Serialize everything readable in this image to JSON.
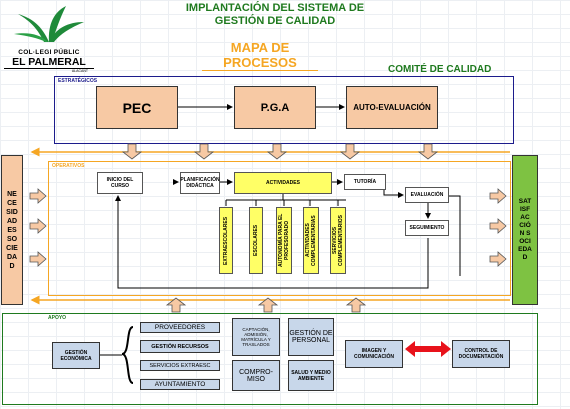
{
  "header": {
    "title_line1": "IMPLANTACIÓN DEL SISTEMA DE",
    "title_line2": "GESTIÓN DE CALIDAD",
    "logo_line1": "COL·LEGI PÚBLIC",
    "logo_line2": "EL PALMERAL",
    "logo_line3": "ALACANT",
    "map_title_line1": "MAPA DE",
    "map_title_line2": "PROCESOS",
    "committee": "COMITÉ DE CALIDAD"
  },
  "left_bar": {
    "label": "NECESIDADES SOCIEDAD"
  },
  "right_bar": {
    "label": "SATISFACCIÓN SOCIEDAD"
  },
  "strategic": {
    "label": "ESTRATÉGICOS",
    "boxes": [
      "PEC",
      "P.G.A",
      "AUTO-EVALUACIÓN"
    ]
  },
  "operative": {
    "label": "OPERATIVOS",
    "inicio": "INICIO DEL CURSO",
    "planificacion": "PLANIFICACIÓN DIDÁCTICA",
    "actividades": "ACTIVIDADES",
    "tutoria": "TUTORÍA",
    "evaluacion": "EVALUACIÓN",
    "seguimiento": "SEGUIMIENTO",
    "sub_activities": [
      "EXTRAESCOLARES",
      "ESCOLARES",
      "AUTONOMÍA PARA EL PROFESORADO",
      "ACTIVIDADES COMPLEMENTARIAS",
      "SERVICIOS COMPLEMENTARIOS"
    ]
  },
  "support": {
    "label": "APOYO",
    "gestion_economica": "GESTIÓN ECONÓMICA",
    "list": [
      "PROVEEDORES",
      "GESTIÓN RECURSOS",
      "SERVICIOS EXTRAESC",
      "AYUNTAMIENTO"
    ],
    "captacion": "CAPTACIÓN, ADMISIÓN, MATRÍCULA Y TRASLADOS",
    "compromiso": "COMPRO-MISO",
    "gestion_personal": "GESTIÓN DE PERSONAL",
    "salud": "SALUD Y MEDIO AMBIENTE",
    "imagen": "IMAGEN Y COMUNICACIÓN",
    "control": "CONTROL DE DOCUMENTACIÓN"
  },
  "colors": {
    "title_green": "#1f7a1f",
    "orange": "#f5a623",
    "peach": "#f7c9a4",
    "yellow": "#ffff66",
    "navy": "#1c1c8c",
    "light_blue": "#c8d7ea",
    "green_bar": "#7ec242",
    "red": "#e8121b"
  }
}
